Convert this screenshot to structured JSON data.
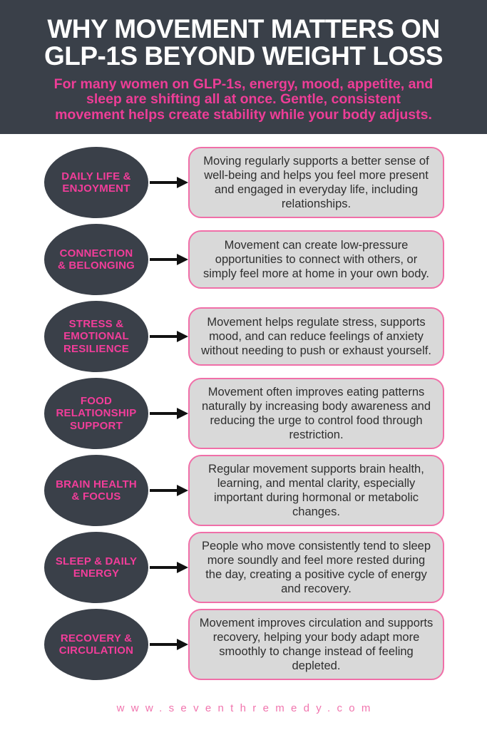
{
  "header": {
    "title": "WHY MOVEMENT MATTERS ON\nGLP-1S BEYOND WEIGHT LOSS",
    "subtitle": "For many women on GLP-1s, energy, mood, appetite, and\nsleep are shifting all at once. Gentle, consistent\nmovement helps create stability while your body adjusts."
  },
  "rows": [
    {
      "label": "DAILY LIFE &\nENJOYMENT",
      "text": "Moving regularly supports a better sense of well-being and helps you feel more present and engaged in everyday life, including relationships."
    },
    {
      "label": "CONNECTION\n& BELONGING",
      "text": "Movement can create low-pressure opportunities to connect with others, or simply feel more at home in your own body."
    },
    {
      "label": "STRESS &\nEMOTIONAL\nRESILIENCE",
      "text": "Movement helps regulate stress, supports mood, and can reduce feelings of anxiety without needing to push or exhaust yourself."
    },
    {
      "label": "FOOD\nRELATIONSHIP\nSUPPORT",
      "text": "Movement often improves eating patterns naturally by increasing body awareness and reducing the urge to control food through restriction."
    },
    {
      "label": "BRAIN HEALTH\n& FOCUS",
      "text": "Regular movement supports brain health, learning, and mental clarity, especially important during hormonal or metabolic changes."
    },
    {
      "label": "SLEEP & DAILY\nENERGY",
      "text": "People who move consistently tend to sleep more soundly and feel more rested during the day, creating a positive cycle of energy and recovery."
    },
    {
      "label": "RECOVERY &\nCIRCULATION",
      "text": "Movement improves circulation and supports recovery, helping your body adapt more smoothly to change instead of feeling depleted."
    }
  ],
  "footer": {
    "website": "www.seventhremedy.com"
  },
  "colors": {
    "header_bg": "#3A4049",
    "oval_bg": "#3A4049",
    "accent_pink": "#EE3D97",
    "oval_label_pink": "#F23D9A",
    "card_border_pink": "#F06FA8",
    "card_bg": "#D9D9D9",
    "footer_pink": "#F175AE",
    "title_color": "#FFFFFF",
    "body_text": "#2E2E2E",
    "arrow_color": "#111111"
  }
}
